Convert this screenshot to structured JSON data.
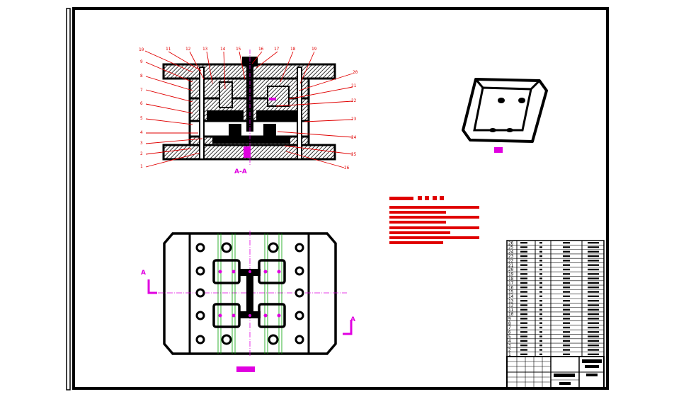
{
  "section_view": {
    "part_numbers_left": [
      "10",
      "9",
      "8",
      "7",
      "6",
      "5",
      "4",
      "3",
      "2",
      "1"
    ],
    "part_numbers_top": [
      "11",
      "12",
      "13",
      "14",
      "15",
      "16",
      "17",
      "18",
      "19"
    ],
    "part_numbers_right": [
      "20",
      "21",
      "22",
      "23",
      "24",
      "25",
      "26"
    ],
    "view_label": "A-A"
  },
  "plan_view": {
    "section_marker_left": "A",
    "section_marker_right": "A"
  },
  "parts_list": {
    "row_numbers": [
      "26",
      "25",
      "24",
      "23",
      "22",
      "21",
      "20",
      "19",
      "18",
      "17",
      "16",
      "15",
      "14",
      "13",
      "12",
      "11",
      "10",
      "9",
      "8",
      "7",
      "6",
      "5",
      "4",
      "3",
      "2",
      "1"
    ]
  },
  "colors": {
    "frame": "#000000",
    "leader": "#e00000",
    "centerline": "#e000e0",
    "guide": "#00a000",
    "hatch": "#000000"
  }
}
